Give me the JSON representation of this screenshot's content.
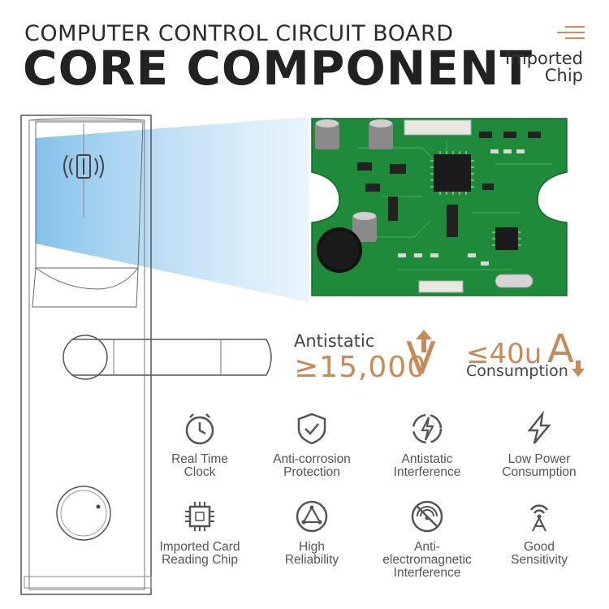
{
  "header": {
    "subtitle": "COMPUTER CONTROL CIRCUIT BOARD",
    "title": "CORE COMPONENT",
    "badge_line1": "Imported",
    "badge_line2": "Chip"
  },
  "specs": {
    "antistatic_label": "Antistatic",
    "antistatic_value": "≥15,000",
    "antistatic_unit": "V",
    "consumption_value": "≤40u",
    "consumption_unit": "A",
    "consumption_label": "Consumption"
  },
  "features": [
    {
      "icon": "clock-icon",
      "line1": "Real Time",
      "line2": "Clock"
    },
    {
      "icon": "shield-check-icon",
      "line1": "Anti-corrosion",
      "line2": "Protection"
    },
    {
      "icon": "lightning-circle-icon",
      "line1": "Antistatic",
      "line2": "Interference"
    },
    {
      "icon": "bolt-icon",
      "line1": "Low Power",
      "line2": "Consumption"
    },
    {
      "icon": "chip-icon",
      "line1": "Imported Card",
      "line2": "Reading Chip"
    },
    {
      "icon": "triangle-network-icon",
      "line1": "High",
      "line2": "Reliability"
    },
    {
      "icon": "signal-block-icon",
      "line1": "Anti-electromagnetic",
      "line2": "Interference"
    },
    {
      "icon": "antenna-icon",
      "line1": "Good",
      "line2": "Sensitivity"
    }
  ],
  "colors": {
    "accent": "#c98a5a",
    "pcb_green": "#1f8a3a",
    "beam_blue": "#7fc0ea",
    "line_gray": "#555555"
  }
}
